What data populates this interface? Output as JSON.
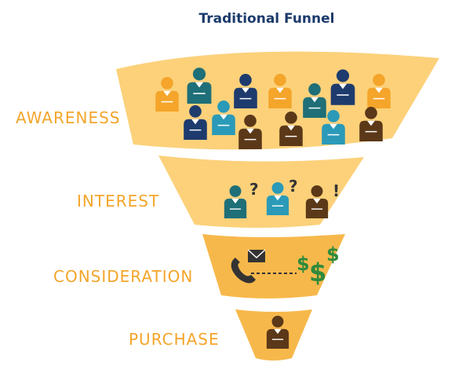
{
  "title": "Traditional Funnel",
  "colors": {
    "funnel_light": "#fcd17a",
    "funnel_mid": "#f7b84b",
    "label": "#f4a52a",
    "title": "#1b3a6b",
    "person_orange": "#f4a52a",
    "person_navy": "#1e3b6e",
    "person_teal": "#1f6f78",
    "person_blue": "#2a9ab8",
    "person_brown": "#5b3818",
    "dollar_green": "#2f8a3c",
    "phone_dark": "#333333"
  },
  "stages": [
    {
      "label": "AWARENESS",
      "icons": [
        "person-orange",
        "person-teal",
        "person-navy",
        "person-orange",
        "person-teal",
        "person-navy",
        "person-orange",
        "person-navy",
        "person-teal",
        "person-brown",
        "person-brown",
        "person-blue",
        "person-brown"
      ]
    },
    {
      "label": "INTEREST",
      "icons": [
        "person-teal",
        "question-mark",
        "person-blue",
        "question-mark",
        "person-brown",
        "exclamation-mark"
      ],
      "marks": [
        "?",
        "?",
        "!"
      ]
    },
    {
      "label": "CONSIDERATION",
      "icons": [
        "phone-icon",
        "envelope-icon",
        "dollar-signs-icon"
      ],
      "dollars": [
        "$",
        "$",
        "$"
      ]
    },
    {
      "label": "PURCHASE",
      "icons": [
        "person-brown"
      ]
    }
  ]
}
